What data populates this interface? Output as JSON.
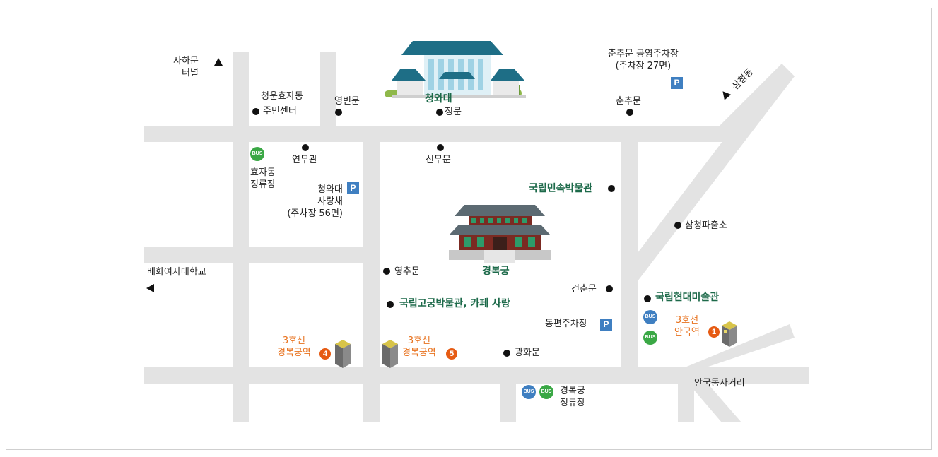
{
  "colors": {
    "road": "#e3e3e3",
    "landmark_green": "#1d6a4a",
    "subway_orange": "#e8721e",
    "parking_blue": "#3f7fc1",
    "bus_green": "#3aa845"
  },
  "icons": {
    "parking": "parking-icon",
    "bus": "bus-icon",
    "subway": "subway-exit-icon",
    "palace": "palace-illustration"
  },
  "labels": {
    "jahamun_tunnel": [
      "자하문",
      "터널"
    ],
    "cheongun_center": [
      "청운효자동",
      "주민센터"
    ],
    "yeongbinmun": "영빈문",
    "cheongwadae": "청와대",
    "jeongmun": "정문",
    "chunchumun_parking": [
      "춘추문 공영주차장",
      "(주차장 27면)"
    ],
    "samcheongdong": "삼청동",
    "chunchumun": "춘추문",
    "yeonmugwan": "연무관",
    "hyojadong_stop": [
      "효자동",
      "정류장"
    ],
    "sarangchae": [
      "청와대",
      "사랑채",
      "(주차장 56면)"
    ],
    "sinmumun": "신무문",
    "folk_museum": "국립민속박물관",
    "samcheong_police": "삼청파출소",
    "ewha_univ": "배화여자대학교",
    "yeongchumun": "영추문",
    "gyeongbokgung": "경복궁",
    "geonchunmun": "건춘문",
    "mmca": "국립현대미술관",
    "palace_museum": "국립고궁박물관, 카페 사랑",
    "east_parking": "동편주차장",
    "anguk_station": [
      "3호선",
      "안국역"
    ],
    "gyeongbokgung_exit4": [
      "3호선",
      "경복궁역"
    ],
    "gyeongbokgung_exit5": [
      "3호선",
      "경복궁역"
    ],
    "gwanghwamun": "광화문",
    "anguk_intersection": "안국동사거리",
    "gyeongbokgung_stop": [
      "경복궁",
      "정류장"
    ]
  },
  "badges": {
    "parking": "P",
    "bus": "BUS",
    "exit1": "1",
    "exit4": "4",
    "exit5": "5"
  }
}
